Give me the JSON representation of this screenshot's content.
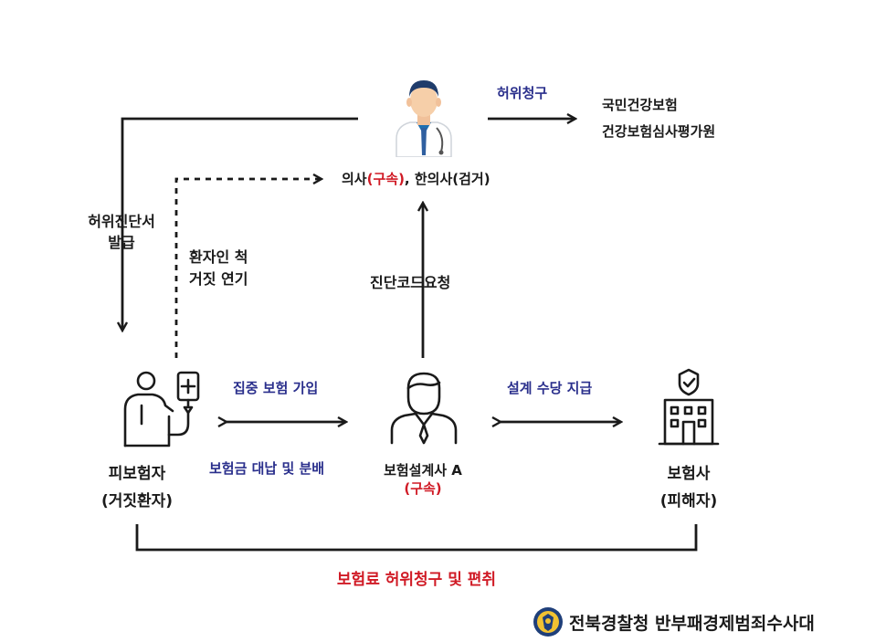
{
  "title": "보험사기 관계도 [1]",
  "doctor": {
    "label_prefix": "의사",
    "label_status": "(구속)",
    "label_suffix": ", 한의사(검거)"
  },
  "agencies": {
    "line1": "국민건강보험",
    "line2": "건강보험심사평가원"
  },
  "edges": {
    "false_claim": "허위청구",
    "false_diagnosis_l1": "허위진단서",
    "false_diagnosis_l2": "발급",
    "pretend_patient_l1": "환자인 척",
    "pretend_patient_l2": "거짓 연기",
    "diag_code_request": "진단코드요청",
    "concentrated_signup": "집중 보험 가입",
    "payout_distribution": "보험금 대납 및 분배",
    "design_fee": "설계 수당 지급",
    "premium_fraud": "보험료 허위청구 및 편취"
  },
  "insured": {
    "name": "피보험자",
    "role": "(거짓환자)"
  },
  "planner": {
    "name": "보험설계사 A",
    "status": "(구속)"
  },
  "insurer": {
    "name": "보험사",
    "role": "(피해자)"
  },
  "footer": {
    "org": "전북경찰청 반부패경제범죄수사대"
  },
  "colors": {
    "blue": "#2a2f8c",
    "red": "#d01a25",
    "dark": "#1a1a1a"
  }
}
